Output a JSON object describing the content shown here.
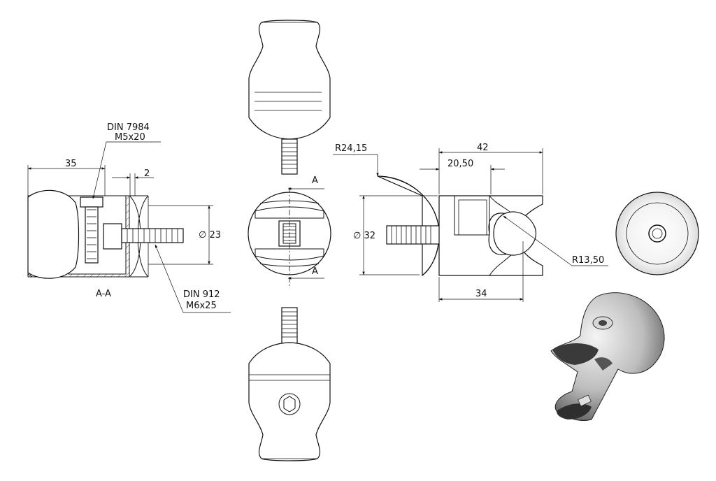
{
  "section_view": {
    "label": "A-A",
    "dim_width": "35",
    "dim_offset": "2",
    "dim_diameter": "∅ 23",
    "screw_top_line1": "DIN 7984",
    "screw_top_line2": "M5x20",
    "screw_bottom_line1": "DIN 912",
    "screw_bottom_line2": "M6x25"
  },
  "front_view": {
    "section_mark_top": "A",
    "section_mark_bottom": "A"
  },
  "side_view": {
    "dim_radius_outer": "R24,15",
    "dim_total": "42",
    "dim_inner": "20,50",
    "dim_diameter": "∅ 32",
    "dim_radius_inner": "R13,50",
    "dim_bottom": "34"
  },
  "colors": {
    "line": "#111111",
    "shade_light": "#e6e6e6",
    "shade_dark": "#5a5a5a"
  }
}
